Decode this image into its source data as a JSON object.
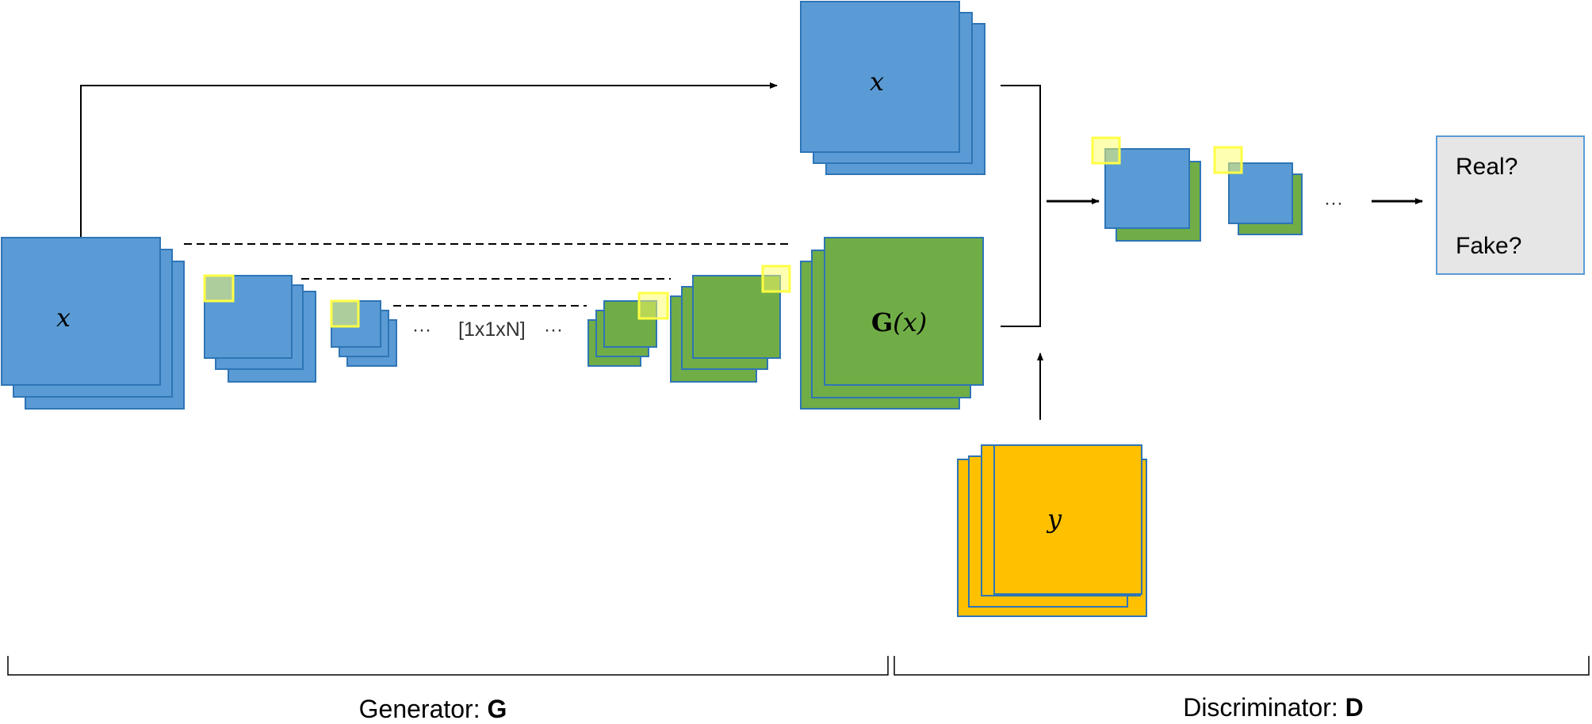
{
  "colors": {
    "blue_fill": "#5b9bd5",
    "blue_stroke": "#2e75b6",
    "green_fill": "#70ad47",
    "yellow_fill": "#ffc000",
    "highlight": "#ffff66",
    "output_box_fill": "#e6e6e6",
    "output_box_stroke": "#5b9bd5"
  },
  "labels": {
    "input_x_top": "x",
    "input_x_left": "x",
    "output_gx_bold": "G",
    "output_gx_arg": "(x)",
    "target_y": "y",
    "bottleneck": "[1x1xN]",
    "ellipsis_left": "···",
    "ellipsis_right": "···",
    "ellipsis_disc": "···",
    "out_real": "Real?",
    "out_fake": "Fake?",
    "generator_label": "Generator: ",
    "generator_symbol": "G",
    "discriminator_label": "Discriminator: ",
    "discriminator_symbol": "D"
  }
}
